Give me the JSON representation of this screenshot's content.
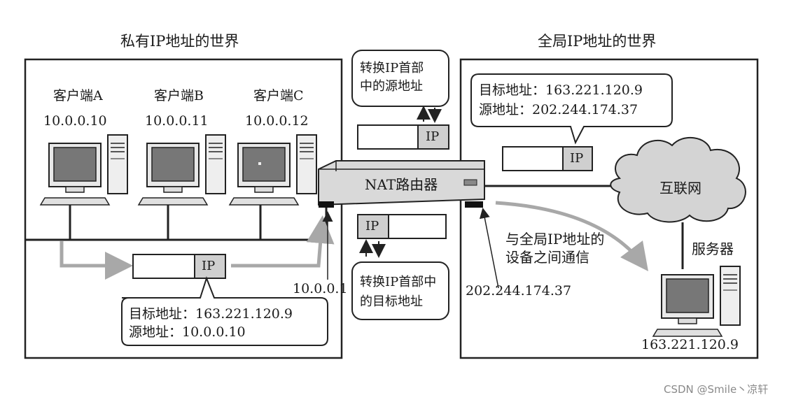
{
  "private_world": {
    "title": "私有IP地址的世界",
    "clients": [
      {
        "name": "客户端A",
        "ip": "10.0.0.10"
      },
      {
        "name": "客户端B",
        "ip": "10.0.0.11"
      },
      {
        "name": "客户端C",
        "ip": "10.0.0.12"
      }
    ],
    "router_lan_ip": "10.0.0.1",
    "packet_label": "IP",
    "packet_note": {
      "dest": "目标地址：163.221.120.9",
      "src": "源地址：10.0.0.10"
    }
  },
  "global_world": {
    "title": "全局IP地址的世界",
    "packet_label": "IP",
    "packet_note": {
      "dest": "目标地址：163.221.120.9",
      "src": "源地址：202.244.174.37"
    },
    "internet_label": "互联网",
    "server_label": "服务器",
    "server_ip": "163.221.120.9",
    "router_wan_ip": "202.244.174.37",
    "comm_note": [
      "与全局IP地址的",
      "设备之间通信"
    ]
  },
  "router": {
    "label": "NAT路由器",
    "top_note": [
      "转换IP首部",
      "中的源地址"
    ],
    "bottom_note": [
      "转换IP首部中",
      "的目标地址"
    ],
    "top_packet_label": "IP",
    "bottom_packet_label": "IP"
  },
  "watermark": "CSDN @Smile丶凉轩",
  "colors": {
    "line": "#222222",
    "ip_fill": "#cfcfcf",
    "router_fill": "#d9d9d9",
    "arrow_gray": "#a8a8a8",
    "screen": "#777777"
  }
}
